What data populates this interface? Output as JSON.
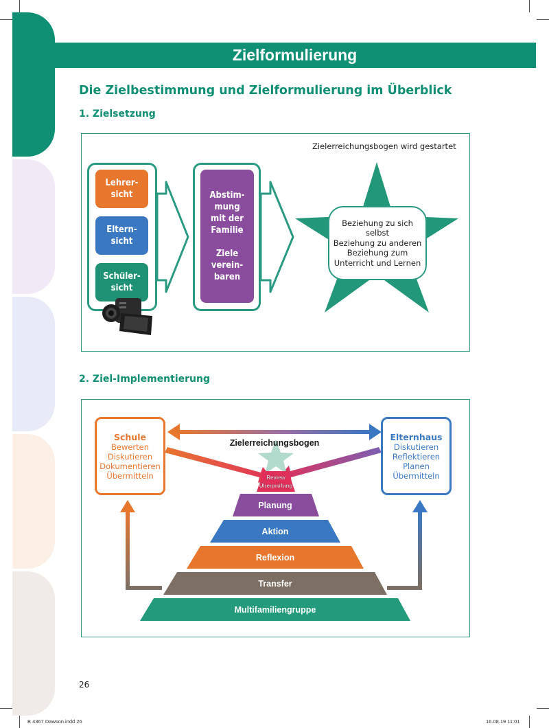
{
  "header": {
    "title": "Zielformulierung"
  },
  "main_title": "Die Zielbestimmung und Zielformulierung im Überblick",
  "section1": {
    "title": "1.  Zielsetzung",
    "caption": "Zielerreichungsbogen wird gestartet",
    "views": [
      "Lehrer-\nsicht",
      "Eltern-\nsicht",
      "Schüler-\nsicht"
    ],
    "agreement": "Abstim-\nmung\nmit der\nFamilie\n\nZiele\nverein-\nbaren",
    "star_text": "Beziehung zu sich\nselbst\nBeziehung zu anderen\nBeziehung zum\nUnterricht und Lernen",
    "colors": {
      "lehrer": "#e8772e",
      "eltern": "#3a78c2",
      "schueler": "#1f9275",
      "agreement": "#8a4d9e",
      "frame": "#2a9a82"
    }
  },
  "section2": {
    "title": "2. Ziel-Implementierung",
    "school": {
      "title": "Schule",
      "items": [
        "Bewerten",
        "Diskutieren",
        "Dokumentieren",
        "Übermitteln"
      ]
    },
    "home": {
      "title": "Elternhaus",
      "items": [
        "Diskutieren",
        "Reflektieren",
        "Planen",
        "Übermitteln"
      ]
    },
    "center_label": "Zielerreichungsbogen",
    "pyramid_top": [
      "Review",
      "Überprüfung"
    ],
    "pyramid_levels": [
      "Planung",
      "Aktion",
      "Reflexion",
      "Transfer",
      "Multifamiliengruppe"
    ],
    "colors": {
      "school": "#e8772e",
      "home": "#3a78c2",
      "planung": "#8a4d9e",
      "aktion": "#3a78c2",
      "reflexion": "#e8772e",
      "transfer": "#7d6f64",
      "multi": "#229a7b",
      "review": "#e0305a"
    }
  },
  "page_number": "26",
  "footer": {
    "left": "B 4367 Dawson.indd   26",
    "right": "16.08.19   11:01"
  }
}
